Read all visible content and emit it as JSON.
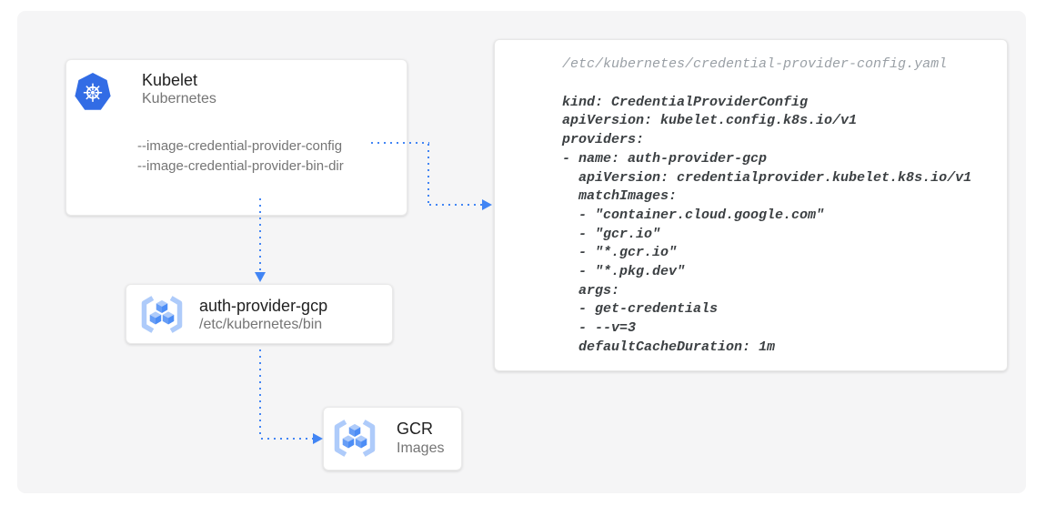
{
  "colors": {
    "accent_blue": "#4285f4",
    "kubernetes_blue": "#326ce5",
    "canvas_bg": "#f5f5f6",
    "title_text": "#212121",
    "muted_text": "#757575",
    "code_text": "#3c4043",
    "comment_text": "#9aa0a6"
  },
  "nodes": {
    "kubelet": {
      "title": "Kubelet",
      "subtitle": "Kubernetes",
      "flags": [
        "--image-credential-provider-config",
        "--image-credential-provider-bin-dir"
      ]
    },
    "auth_provider": {
      "title": "auth-provider-gcp",
      "subtitle": "/etc/kubernetes/bin"
    },
    "gcr": {
      "title": "GCR",
      "subtitle": "Images"
    }
  },
  "code_panel": {
    "filename": "/etc/kubernetes/credential-provider-config.yaml",
    "yaml_lines": [
      "kind: CredentialProviderConfig",
      "apiVersion: kubelet.config.k8s.io/v1",
      "providers:",
      "- name: auth-provider-gcp",
      "  apiVersion: credentialprovider.kubelet.k8s.io/v1",
      "  matchImages:",
      "  - \"container.cloud.google.com\"",
      "  - \"gcr.io\"",
      "  - \"*.gcr.io\"",
      "  - \"*.pkg.dev\"",
      "  args:",
      "  - get-credentials",
      "  - --v=3",
      "  defaultCacheDuration: 1m"
    ]
  }
}
